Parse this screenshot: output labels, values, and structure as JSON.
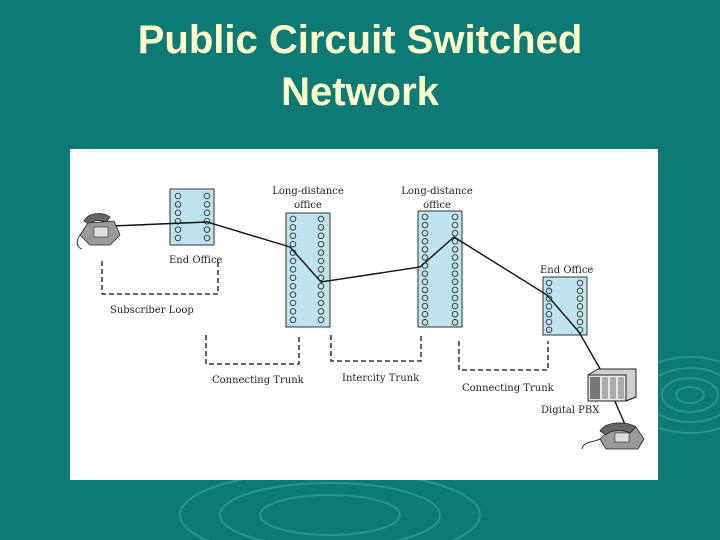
{
  "title": {
    "line1": "Public Circuit Switched",
    "line2": "Network"
  },
  "diagram": {
    "labels": {
      "end_office_left": "End Office",
      "end_office_right": "End Office",
      "long_distance_1_line1": "Long-distance",
      "long_distance_1_line2": "office",
      "long_distance_2_line1": "Long-distance",
      "long_distance_2_line2": "office",
      "subscriber_loop": "Subscriber Loop",
      "connecting_trunk_left": "Connecting Trunk",
      "intercity_trunk": "Intercity Trunk",
      "connecting_trunk_right": "Connecting Trunk",
      "digital_pbx": "Digital PBX"
    },
    "icons": [
      "telephone-icon",
      "pbx-icon"
    ],
    "colors": {
      "switch_fill": "#bfe3ef",
      "slide_background": "#0e7a75",
      "title_text": "#ffffcc"
    }
  }
}
